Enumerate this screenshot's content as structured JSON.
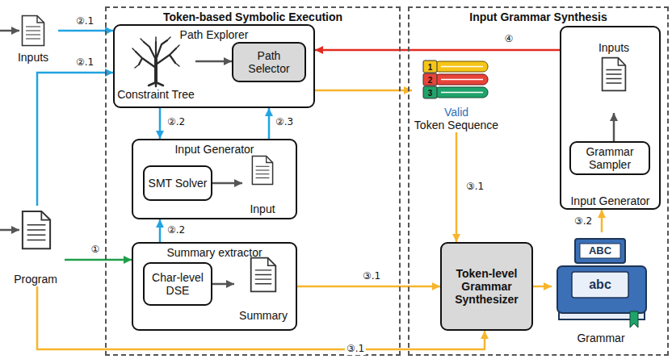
{
  "diagram": {
    "nodes": [
      {
        "text": [
          "Token-based Symbolic Execution"
        ]
      },
      {
        "text": [
          "Path Explorer"
        ],
        "in": 0
      },
      {
        "text": [
          "Constraint Tree"
        ],
        "in": 1
      },
      {
        "text": [
          "Path Selector"
        ],
        "in": 1
      },
      {
        "text": [
          "Input Generator"
        ],
        "in": 0
      },
      {
        "text": [
          "SMT Solver"
        ],
        "in": 4
      },
      {
        "text": [
          "Input"
        ],
        "in": 4
      },
      {
        "text": [
          "Summary extractor"
        ],
        "in": 0
      },
      {
        "text": [
          "Char-level DSE"
        ],
        "in": 7
      },
      {
        "text": [
          "Summary"
        ],
        "in": 7
      },
      {
        "text": [
          "Input Grammar Synthesis"
        ]
      },
      {
        "text": [
          "Valid",
          "Token Sequence"
        ],
        "in": 10
      },
      {
        "text": [
          "Input Generator"
        ],
        "in": 10
      },
      {
        "text": [
          "Inputs"
        ],
        "in": 12
      },
      {
        "text": [
          "Grammar Sampler"
        ],
        "in": 12
      },
      {
        "text": [
          "Token-level Grammar Synthesizer"
        ],
        "in": 10
      },
      {
        "text": [
          "Grammar"
        ],
        "in": 10
      },
      {
        "text": [
          "Inputs"
        ]
      },
      {
        "text": [
          "Program"
        ]
      }
    ],
    "edges": [
      {
        "from": 17,
        "to": 1,
        "label": "②.1",
        "arrow": "to"
      },
      {
        "from": 18,
        "to": 1,
        "label": "②.1",
        "arrow": "to"
      },
      {
        "from": 18,
        "to": 7,
        "label": "①",
        "arrow": "to"
      },
      {
        "from": 18,
        "to": 15,
        "label": "③.1",
        "arrow": "to"
      },
      {
        "from": 2,
        "to": 3,
        "arrow": "to"
      },
      {
        "from": 1,
        "to": 4,
        "label": "②.2",
        "arrow": "to"
      },
      {
        "from": 4,
        "to": 1,
        "label": "②.3",
        "arrow": "to"
      },
      {
        "from": 7,
        "to": 4,
        "label": "②.2",
        "arrow": "to"
      },
      {
        "from": 5,
        "to": 6,
        "arrow": "to"
      },
      {
        "from": 8,
        "to": 9,
        "arrow": "to"
      },
      {
        "from": 1,
        "to": 11,
        "arrow": "to"
      },
      {
        "from": 11,
        "to": 15,
        "label": "③.1",
        "arrow": "to"
      },
      {
        "from": 7,
        "to": 15,
        "label": "③.1",
        "arrow": "to"
      },
      {
        "from": 15,
        "to": 16,
        "arrow": "to"
      },
      {
        "from": 16,
        "to": 12,
        "label": "③.2",
        "arrow": "to"
      },
      {
        "from": 14,
        "to": 13,
        "arrow": "to"
      },
      {
        "from": 12,
        "to": 1,
        "label": "④",
        "arrow": "to"
      }
    ],
    "labels": [
      "1",
      "2",
      "3",
      "ABC",
      "abc"
    ]
  }
}
